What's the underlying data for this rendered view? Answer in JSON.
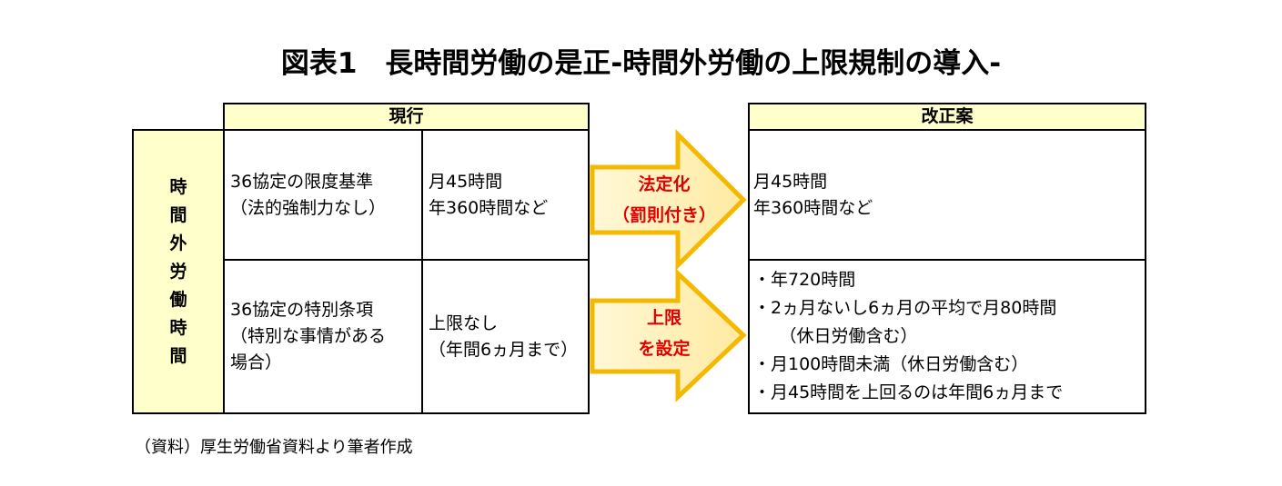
{
  "title": "図表1　長時間労働の是正-時間外労働の上限規制の導入-",
  "current": {
    "header": "現行",
    "side_label": [
      "時",
      "間",
      "外",
      "労",
      "働",
      "時",
      "間"
    ],
    "row1": {
      "item": [
        "36協定の限度基準",
        "（法的強制力なし）"
      ],
      "value": [
        "月45時間",
        "年360時間など"
      ]
    },
    "row2": {
      "item": [
        "36協定の特別条項",
        "（特別な事情がある",
        "場合）"
      ],
      "value": [
        "上限なし",
        "（年間6ヵ月まで）"
      ]
    }
  },
  "arrows": [
    {
      "label": [
        "法定化",
        "（罰則付き）"
      ]
    },
    {
      "label": [
        "上限",
        "を設定"
      ]
    }
  ],
  "proposal": {
    "header": "改正案",
    "row1": [
      "月45時間",
      "年360時間など"
    ],
    "row2": [
      "・年720時間",
      "・2ヵ月ないし6ヵ月の平均で月80時間",
      "　　（休日労働含む）",
      "・月100時間未満（休日労働含む）",
      "・月45時間を上回るのは年間6ヵ月まで"
    ]
  },
  "footer": "（資料）厚生労働省資料より筆者作成",
  "colors": {
    "header_fill": "#ffffcc",
    "arrow_stroke": "#f5b800",
    "arrow_fill": "#fff3c4",
    "arrow_text": "#e00000"
  }
}
